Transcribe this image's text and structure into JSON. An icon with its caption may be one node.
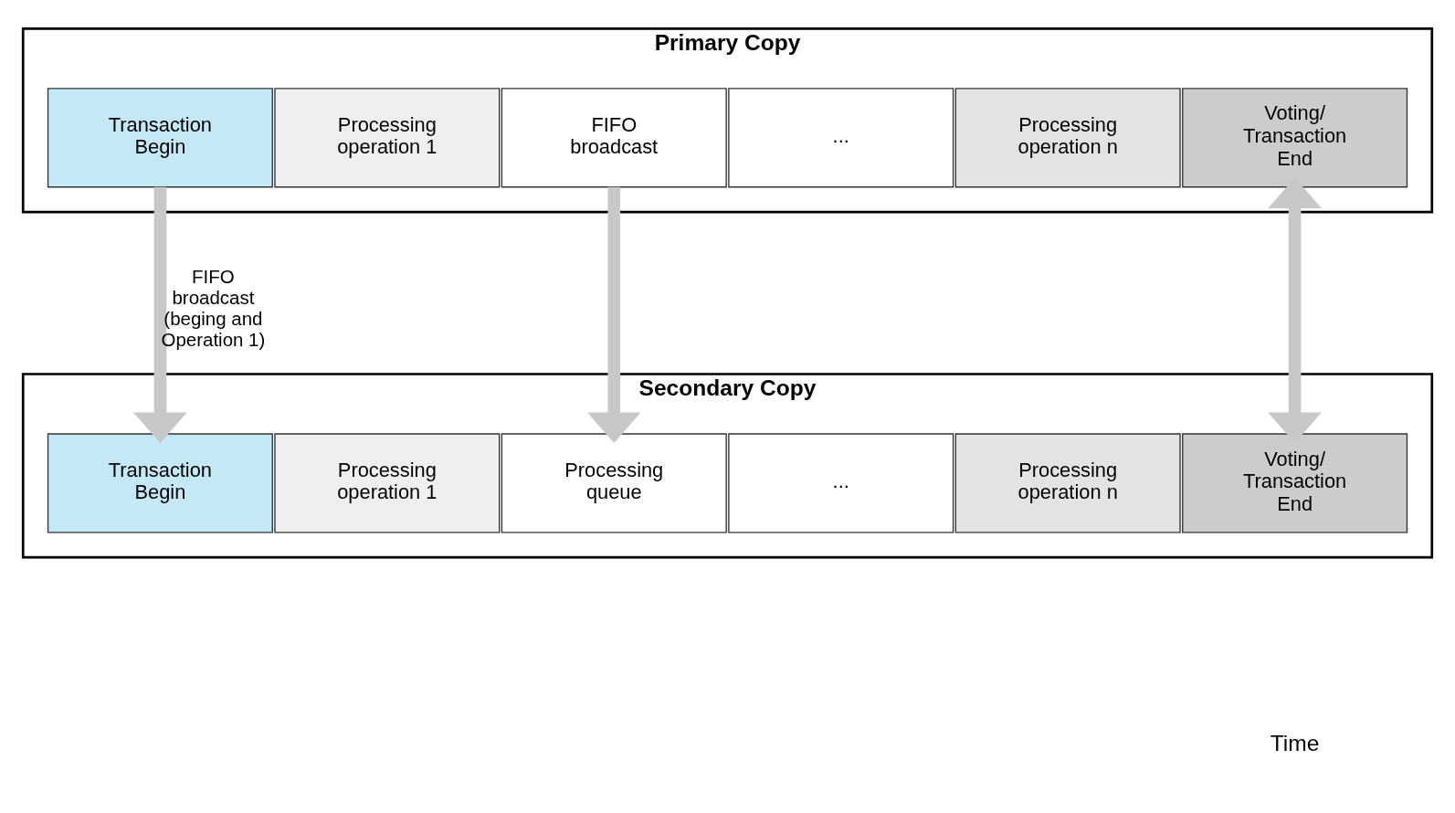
{
  "diagram": {
    "nodes": [
      {
        "text": [
          "Primary Copy"
        ]
      },
      {
        "text": [
          "Transaction Begin"
        ],
        "in": 0
      },
      {
        "text": [
          "Processing operation 1"
        ],
        "in": 0
      },
      {
        "text": [
          "FIFO broadcast"
        ],
        "in": 0
      },
      {
        "text": [
          "..."
        ],
        "in": 0
      },
      {
        "text": [
          "Processing operation n"
        ],
        "in": 0
      },
      {
        "text": [
          "Voting/ Transaction End"
        ],
        "in": 0
      },
      {
        "text": [
          "Secondary Copy"
        ]
      },
      {
        "text": [
          "Transaction Begin"
        ],
        "in": 7
      },
      {
        "text": [
          "Processing operation 1"
        ],
        "in": 7
      },
      {
        "text": [
          "Processing queue"
        ],
        "in": 7
      },
      {
        "text": [
          "..."
        ],
        "in": 7
      },
      {
        "text": [
          "Processing operation n"
        ],
        "in": 7
      },
      {
        "text": [
          "Voting/ Transaction End"
        ],
        "in": 7
      }
    ],
    "edges": [
      {
        "from": 1,
        "to": 8,
        "arrow": "to",
        "label": "FIFO broadcast (beging and Operation 1)"
      },
      {
        "from": 3,
        "to": 10,
        "arrow": "to"
      },
      {
        "from": 6,
        "to": 13,
        "arrow": "both"
      }
    ],
    "labels": [
      "Time"
    ]
  }
}
